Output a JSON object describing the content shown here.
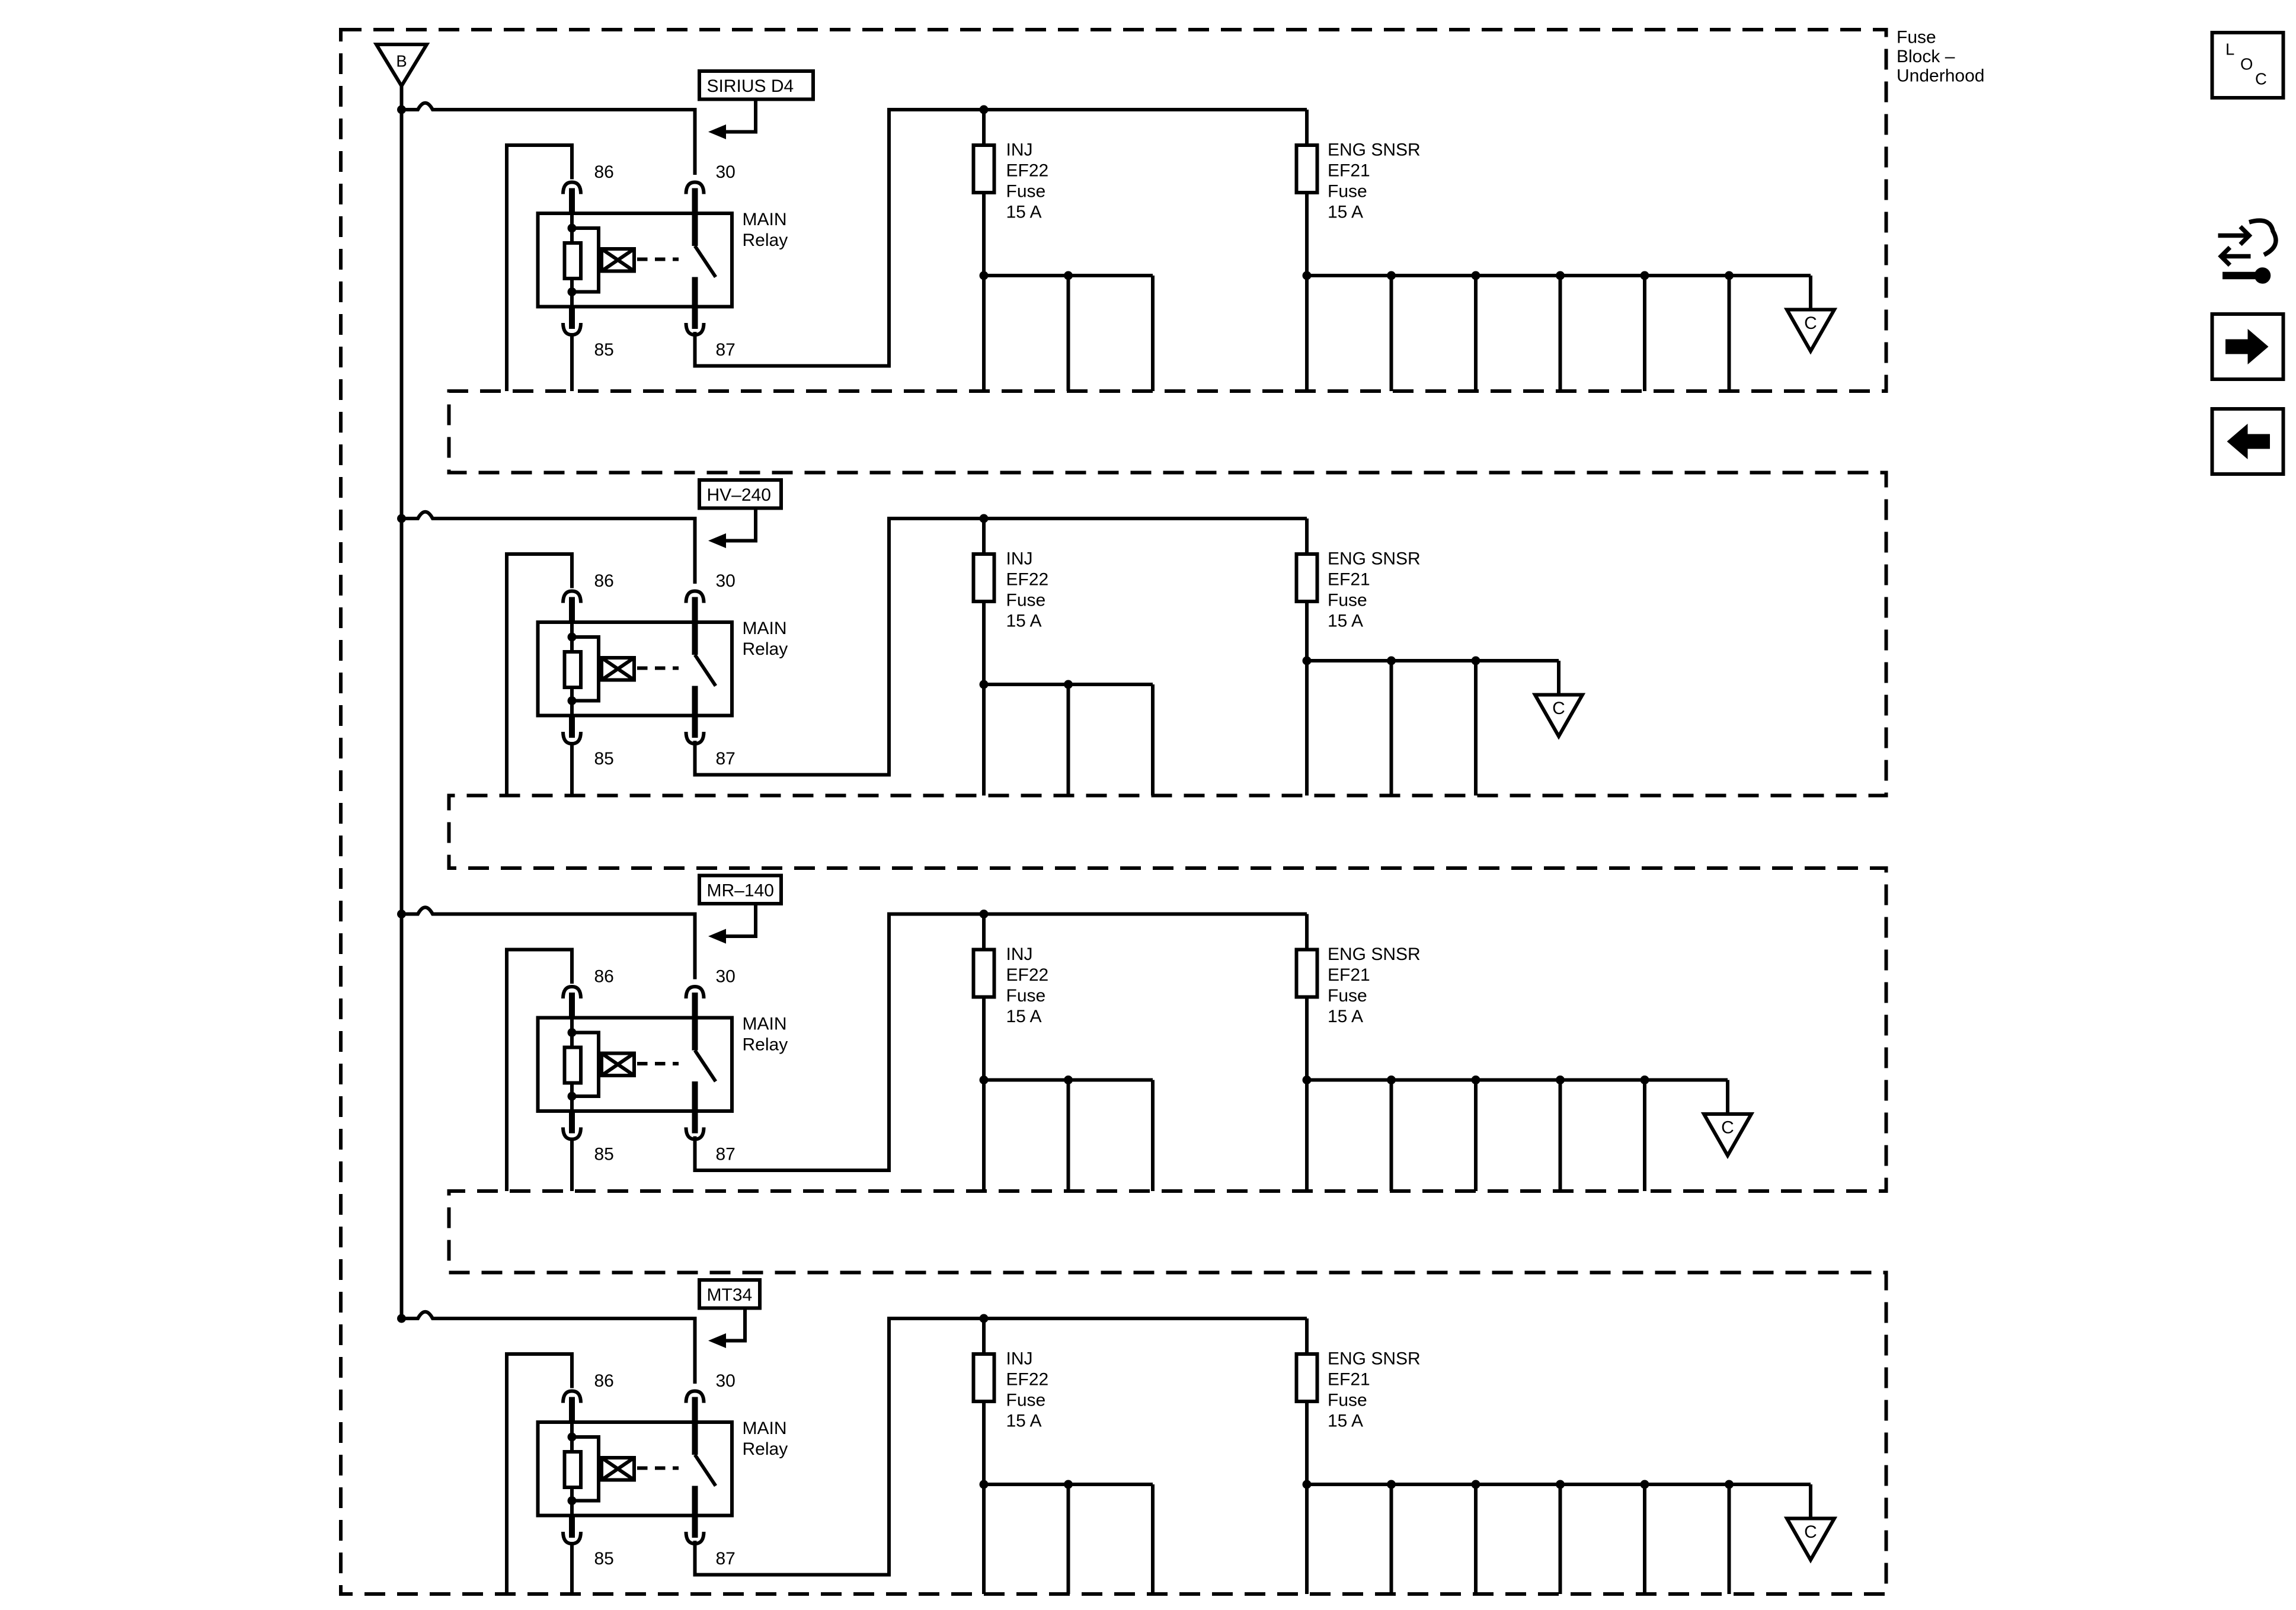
{
  "fuse_block_label": [
    "Fuse",
    "Block –",
    "Underhood"
  ],
  "bus_connector_label": "B",
  "ground_label": "C",
  "relay": {
    "name_line1": "MAIN",
    "name_line2": "Relay",
    "pin_86": "86",
    "pin_30": "30",
    "pin_85": "85",
    "pin_87": "87"
  },
  "fuse_inj": [
    "INJ",
    "EF22",
    "Fuse",
    "15 A"
  ],
  "fuse_eng": [
    "ENG SNSR",
    "EF21",
    "Fuse",
    "15 A"
  ],
  "sections": [
    {
      "ref_label": "SIRIUS D4",
      "inj_branches": 3,
      "eng_branches": 6
    },
    {
      "ref_label": "HV–240",
      "inj_branches": 3,
      "eng_branches": 3
    },
    {
      "ref_label": "MR–140",
      "inj_branches": 3,
      "eng_branches": 5
    },
    {
      "ref_label": "MT34",
      "inj_branches": 3,
      "eng_branches": 6
    }
  ],
  "nav": {
    "loc_label_l": "L",
    "loc_label_o": "O",
    "loc_label_c": "C",
    "icons": [
      "loc-icon",
      "connector-tool-icon",
      "next-arrow-icon",
      "previous-arrow-icon"
    ]
  },
  "colors": {
    "line": "#000000",
    "background": "#ffffff"
  }
}
